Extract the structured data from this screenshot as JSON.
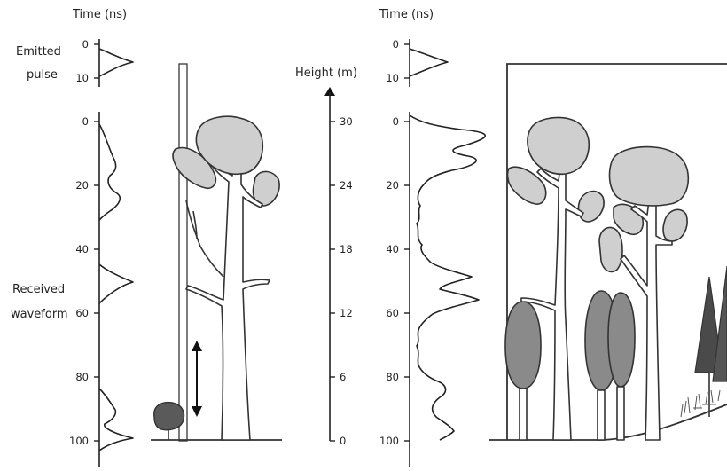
{
  "left_panel": {
    "time_axis_title": "Time (ns)",
    "emitted_label_line1": "Emitted",
    "emitted_label_line2": "pulse",
    "emitted_ticks": [
      "0",
      "10"
    ],
    "received_label_line1": "Received",
    "received_label_line2": "waveform",
    "received_ticks": [
      "0",
      "20",
      "40",
      "60",
      "80",
      "100"
    ]
  },
  "height_axis": {
    "title": "Height (m)",
    "ticks": [
      "30",
      "24",
      "18",
      "12",
      "6",
      "0"
    ]
  },
  "right_panel": {
    "time_axis_title": "Time (ns)",
    "emitted_ticks": [
      "0",
      "10"
    ],
    "received_ticks": [
      "0",
      "20",
      "40",
      "60",
      "80",
      "100"
    ]
  },
  "colors": {
    "light_crown": "#cfcfcf",
    "dark_crown": "#8a8a8a",
    "shrub": "#5a5a5a",
    "conifer": "#4a4a4a",
    "line": "#222222"
  }
}
